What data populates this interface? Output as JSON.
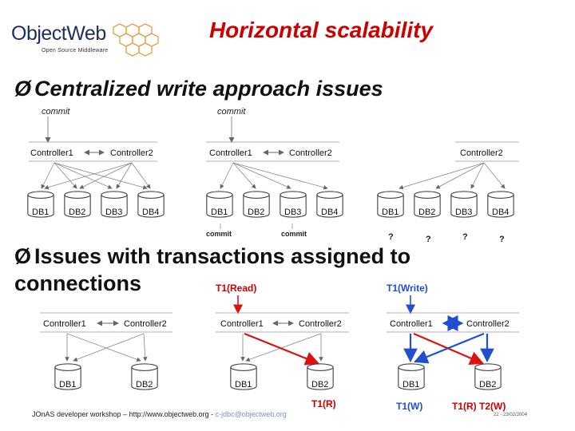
{
  "header": {
    "logo_text_object": "Object",
    "logo_text_web": "Web",
    "logo_subtitle": "Open Source Middleware",
    "title": "Horizontal scalability"
  },
  "bullets": [
    {
      "arrow": "Ø",
      "text": "Centralized write approach issues"
    },
    {
      "arrow": "Ø",
      "text": "Issues with transactions assigned to connections"
    }
  ],
  "diagram1": {
    "top_labels": [
      "commit",
      "commit"
    ],
    "controllers": [
      "Controller1",
      "Controller2",
      "Controller1",
      "Controller2",
      "Controller2"
    ],
    "dbs": [
      "DB1",
      "DB2",
      "DB3",
      "DB4",
      "DB1",
      "DB2",
      "DB3",
      "DB4",
      "DB1",
      "DB2",
      "DB3",
      "DB4"
    ],
    "bottom_labels": [
      "commit",
      "commit"
    ],
    "question": "?"
  },
  "diagram2": {
    "labels": [
      "T1(Read)",
      "T1(Write)"
    ],
    "controllers": [
      "Controller1",
      "Controller2",
      "Controller1",
      "Controller2",
      "Controller1",
      "Controller2"
    ],
    "dbs": [
      "DB1",
      "DB2",
      "DB1",
      "DB2",
      "DB1",
      "DB2"
    ],
    "bottom_labels": [
      "T1(R)",
      "T1(W)",
      "T1(R) T2(W)"
    ]
  },
  "footer": {
    "text": "JOnAS developer workshop – http://www.objectweb.org - ",
    "email": "c-jdbc@objectweb.org",
    "page": "22 - 23/02/2004"
  },
  "colors": {
    "title": "#cc0000",
    "red_arrow": "#dd1111",
    "blue_arrow": "#1f4fcf",
    "db_outline": "#333333"
  }
}
